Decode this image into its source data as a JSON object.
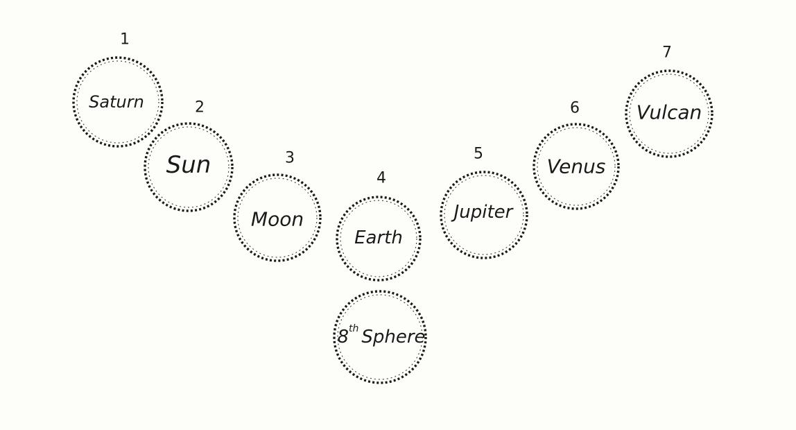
{
  "spheres": [
    {
      "number": "1",
      "label": "Saturn"
    },
    {
      "number": "2",
      "label": "Sun"
    },
    {
      "number": "3",
      "label": "Moon"
    },
    {
      "number": "4",
      "label": "Earth"
    },
    {
      "number": "5",
      "label": "Jupiter"
    },
    {
      "number": "6",
      "label": "Venus"
    },
    {
      "number": "7",
      "label": "Vulcan"
    }
  ],
  "eighth_sphere": {
    "label_prefix": "8",
    "label_sup": "th",
    "label_rest": "Sphere"
  }
}
